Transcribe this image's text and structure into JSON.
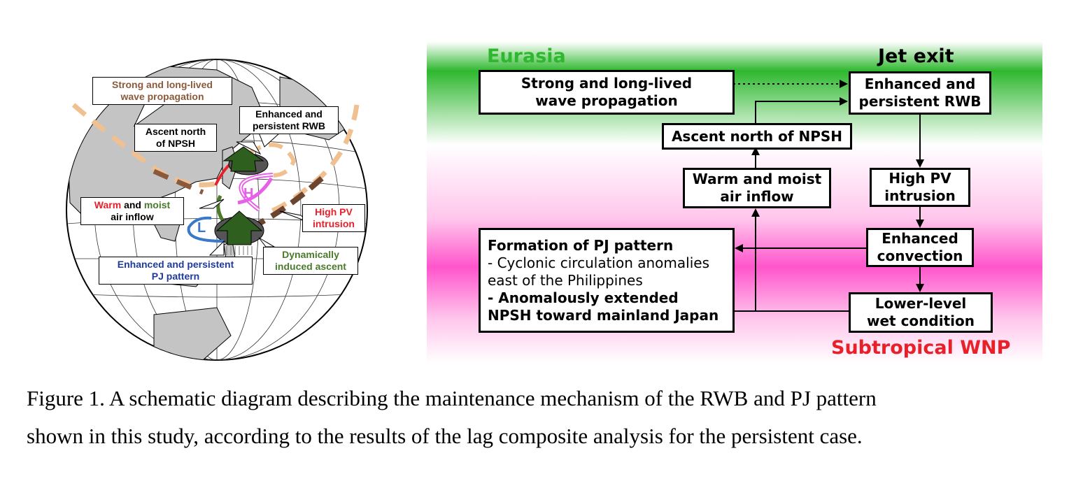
{
  "globe": {
    "labels": {
      "wave": [
        "Strong and long-lived",
        "wave propagation"
      ],
      "ascent": [
        "Ascent north",
        "of NPSH"
      ],
      "rwb": [
        "Enhanced and",
        "persistent RWB"
      ],
      "warm_word": "Warm",
      "and_word": " and ",
      "moist_word": "moist",
      "air_inflow": "air inflow",
      "pv": [
        "High PV",
        "intrusion"
      ],
      "dyn": [
        "Dynamically",
        "induced ascent"
      ],
      "pj": [
        "Enhanced and persistent",
        "PJ pattern"
      ]
    },
    "symbols": {
      "high": "H",
      "low": "L"
    },
    "colors": {
      "brown": "#8B5A3C",
      "red": "#e8202a",
      "green": "#4a7a2a",
      "blue": "#1f3a9c",
      "pink": "#e860e8",
      "land": "#c4c4c4",
      "wave_dash": "#f0c090",
      "wave_dark": "#6b4530"
    }
  },
  "flow": {
    "regions": {
      "eurasia": "Eurasia",
      "jet_exit": "Jet exit",
      "subtropical": "Subtropical WNP"
    },
    "boxes": {
      "wave": [
        "Strong and long-lived",
        "wave propagation"
      ],
      "rwb": [
        "Enhanced and",
        "persistent RWB"
      ],
      "ascent": "Ascent north of NPSH",
      "warm": [
        "Warm and moist",
        "air inflow"
      ],
      "pv": [
        "High PV",
        "intrusion"
      ],
      "conv": [
        "Enhanced",
        "convection"
      ],
      "lower": [
        "Lower-level",
        "wet condition"
      ],
      "pj_title": "Formation of PJ pattern",
      "pj_item1": [
        "- Cyclonic circulation anomalies",
        "east of the Philippines"
      ],
      "pj_item2": [
        "- Anomalously extended",
        "NPSH toward mainland Japan"
      ]
    },
    "colors": {
      "green": "#2eb82e",
      "pink": "#ff55cc",
      "red": "#e8202a"
    }
  },
  "caption": {
    "line1": "Figure 1. A schematic diagram describing the maintenance mechanism of the RWB and PJ pattern",
    "line2": "shown in this study, according to the results of the lag composite analysis for the persistent case."
  }
}
